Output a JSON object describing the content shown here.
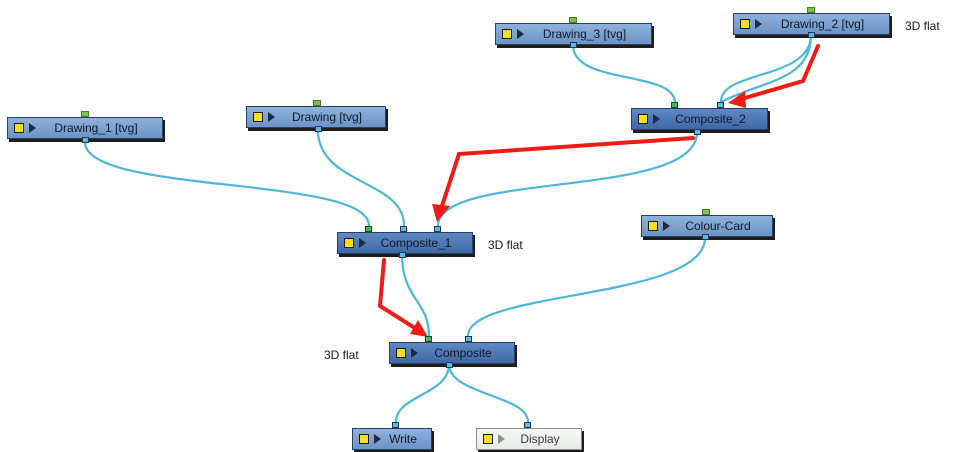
{
  "nodes": {
    "drawing_1": {
      "label": "Drawing_1  [tvg]"
    },
    "drawing": {
      "label": "Drawing  [tvg]"
    },
    "drawing_3": {
      "label": "Drawing_3  [tvg]"
    },
    "drawing_2": {
      "label": "Drawing_2  [tvg]"
    },
    "composite_2": {
      "label": "Composite_2"
    },
    "composite_1": {
      "label": "Composite_1"
    },
    "colour_card": {
      "label": "Colour-Card"
    },
    "composite": {
      "label": "Composite"
    },
    "write": {
      "label": "Write"
    },
    "display": {
      "label": "Display"
    }
  },
  "annotations": {
    "drawing_2_flat": "3D flat",
    "composite_1_flat": "3D flat",
    "composite_flat": "3D flat"
  },
  "colors": {
    "cable": "#4db6dc",
    "highlight_arrow": "#f01c14",
    "node_fill": "#7fa5d6",
    "selected_node_fill": "#4d76b3",
    "display_node_fill": "#eef2ee"
  }
}
